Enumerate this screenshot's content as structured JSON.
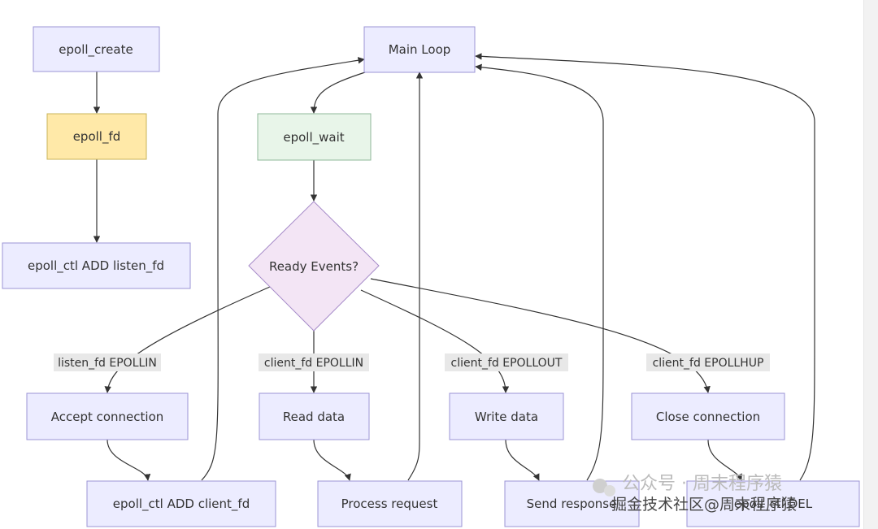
{
  "nodes": {
    "epoll_create": "epoll_create",
    "epoll_fd": "epoll_fd",
    "epoll_ctl_add_listen": "epoll_ctl ADD listen_fd",
    "main_loop": "Main Loop",
    "epoll_wait": "epoll_wait",
    "ready_events": "Ready Events?",
    "accept_connection": "Accept connection",
    "read_data": "Read data",
    "write_data": "Write data",
    "close_connection": "Close connection",
    "epoll_ctl_add_client": "epoll_ctl ADD client_fd",
    "process_request": "Process request",
    "send_response": "Send response",
    "epoll_ctl_del": "epoll_ctl DEL"
  },
  "edge_labels": {
    "listen_in": "listen_fd EPOLLIN",
    "client_in": "client_fd EPOLLIN",
    "client_out": "client_fd EPOLLOUT",
    "client_hup": "client_fd EPOLLHUP"
  },
  "colors": {
    "default_node": "#ECECFF",
    "epoll_fd_node": "#FFE9A8",
    "epoll_wait_node": "#E8F5E9",
    "decision_node": "#F3E5F5"
  },
  "watermark": {
    "main": "掘金技术社区@周末程序猿",
    "faint": "公众号 · 周末程序猿"
  }
}
